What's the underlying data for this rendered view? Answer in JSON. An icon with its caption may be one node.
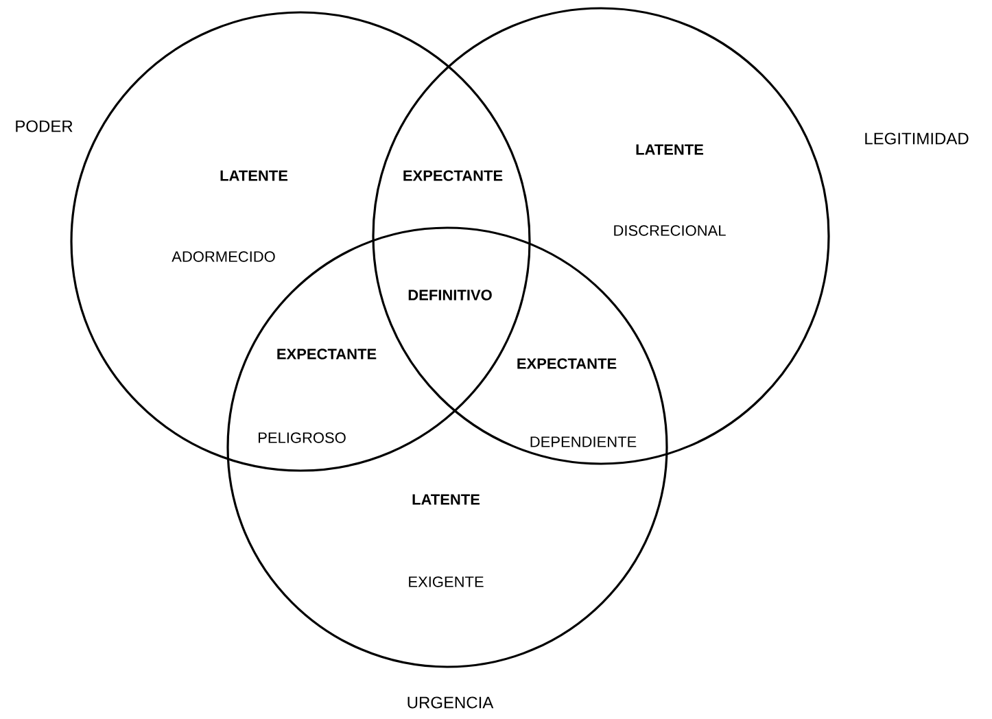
{
  "diagram": {
    "nodes": [
      {
        "text": [],
        "shape": "circle",
        "beside": [
          "PODER"
        ]
      },
      {
        "text": [],
        "shape": "circle",
        "beside": [
          "LEGITIMIDAD"
        ]
      },
      {
        "text": [],
        "shape": "circle",
        "beside": [
          "URGENCIA"
        ]
      }
    ],
    "edges": [],
    "labels": [
      "LATENTE",
      "EXPECTANTE",
      "LATENTE",
      "DISCRECIONAL",
      "ADORMECIDO",
      "DEFINITIVO",
      "EXPECTANTE",
      "EXPECTANTE",
      "PELIGROSO",
      "DEPENDIENTE",
      "LATENTE",
      "EXIGENTE"
    ]
  }
}
